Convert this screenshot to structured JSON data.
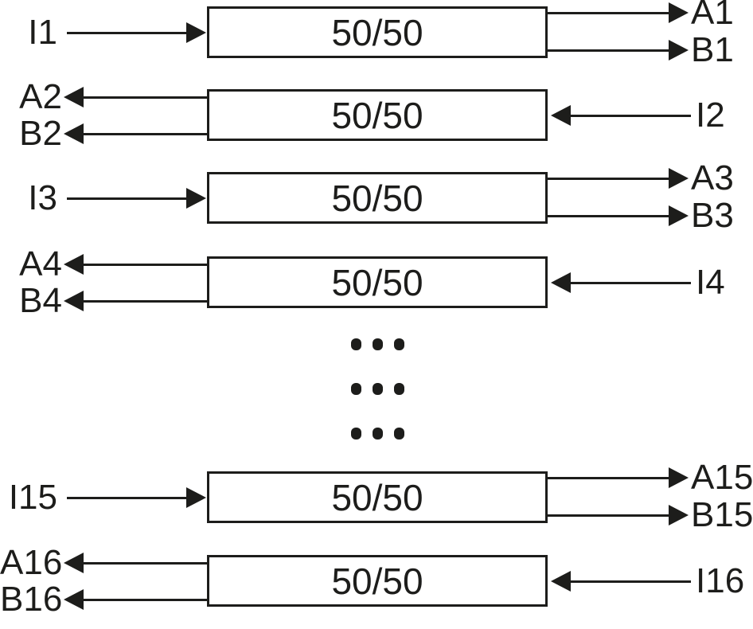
{
  "rows": [
    {
      "type": "ltr",
      "input": "I1",
      "ratio": "50/50",
      "out_a": "A1",
      "out_b": "B1"
    },
    {
      "type": "rtl",
      "input": "I2",
      "ratio": "50/50",
      "out_a": "A2",
      "out_b": "B2"
    },
    {
      "type": "ltr",
      "input": "I3",
      "ratio": "50/50",
      "out_a": "A3",
      "out_b": "B3"
    },
    {
      "type": "rtl",
      "input": "I4",
      "ratio": "50/50",
      "out_a": "A4",
      "out_b": "B4"
    },
    {
      "type": "ltr",
      "input": "I15",
      "ratio": "50/50",
      "out_a": "A15",
      "out_b": "B15"
    },
    {
      "type": "rtl",
      "input": "I16",
      "ratio": "50/50",
      "out_a": "A16",
      "out_b": "B16"
    }
  ],
  "ellipsis": {
    "rows": 3,
    "cols": 3
  },
  "colors": {
    "ink": "#1d1d1b",
    "background": "#ffffff"
  }
}
